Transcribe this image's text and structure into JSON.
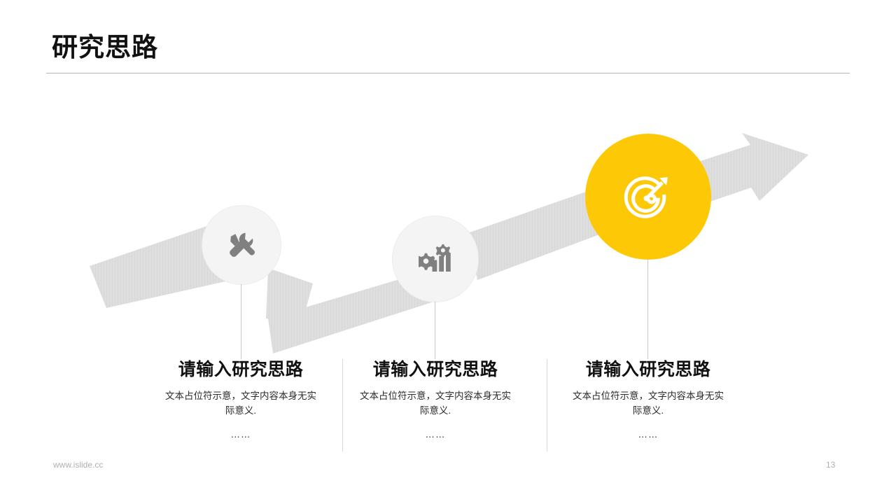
{
  "slide": {
    "title": "研究思路",
    "page_number": "13",
    "website": "www.islide.cc",
    "background_color": "#ffffff",
    "accent_color": "#fdc907",
    "arrow_color": "#dedede",
    "circle_gray_color": "#f4f4f4",
    "icon_gray_color": "#808080",
    "title_color": "#111111",
    "divider_color": "#d8d8d8"
  },
  "diagram": {
    "type": "ascending-arrow-process",
    "nodes": [
      {
        "id": "node-1",
        "icon": "tools-hammer-wrench-icon",
        "icon_color": "#808080",
        "fill": "#f4f4f4",
        "active": false
      },
      {
        "id": "node-2",
        "icon": "bar-chart-gears-icon",
        "icon_color": "#808080",
        "fill": "#f4f4f4",
        "active": false
      },
      {
        "id": "node-3",
        "icon": "target-arrow-icon",
        "icon_color": "#ffffff",
        "fill": "#fdc907",
        "active": true
      }
    ]
  },
  "columns": [
    {
      "heading": "请输入研究思路",
      "body": "文本占位符示意，文字内容本身无实际意义.",
      "ellipsis": "……"
    },
    {
      "heading": "请输入研究思路",
      "body": "文本占位符示意，文字内容本身无实际意义.",
      "ellipsis": "……"
    },
    {
      "heading": "请输入研究思路",
      "body": "文本占位符示意，文字内容本身无实际意义.",
      "ellipsis": "……"
    }
  ]
}
